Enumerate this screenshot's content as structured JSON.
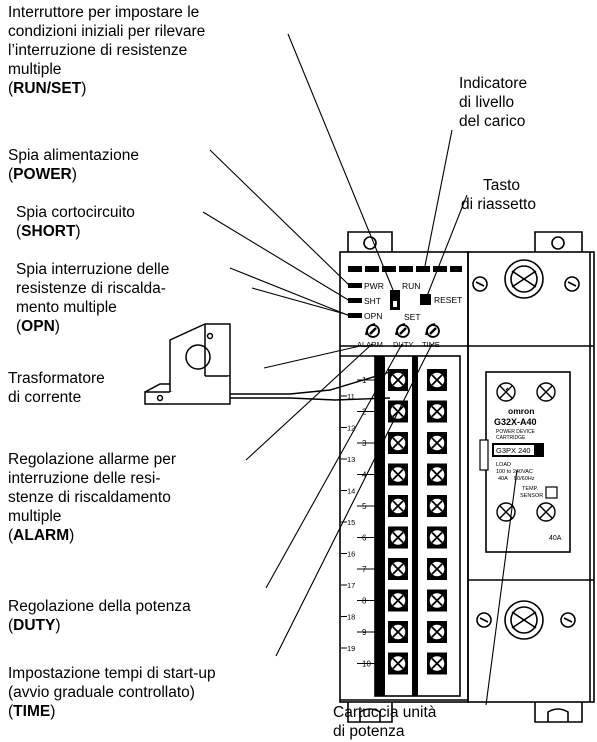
{
  "labels": {
    "run_set": {
      "lines": [
        "Interruttore per impostare le",
        "condizioni iniziali per rilevare",
        "l’interruzione di resistenze",
        "multiple"
      ],
      "code_open": "(",
      "code": "RUN/SET",
      "code_close": ")"
    },
    "load_indicator": {
      "lines": [
        "Indicatore",
        "di livello",
        "del carico"
      ]
    },
    "power": {
      "lines": [
        "Spia alimentazione"
      ],
      "code_open": "(",
      "code": "POWER",
      "code_close": ")"
    },
    "reset": {
      "lines": [
        "Tasto",
        "di riassetto"
      ]
    },
    "short": {
      "lines": [
        "Spia cortocircuito"
      ],
      "code_open": "(",
      "code": "SHORT",
      "code_close": ")"
    },
    "opn": {
      "lines": [
        "Spia interruzione delle",
        "resistenze di riscalda-",
        "mento multiple"
      ],
      "code_open": "(",
      "code": "OPN",
      "code_close": ")"
    },
    "ct": {
      "lines": [
        "Trasformatore",
        "di corrente"
      ]
    },
    "alarm": {
      "lines": [
        "Regolazione allarme per",
        "interruzione delle resi-",
        "stenze di riscaldamento",
        "multiple"
      ],
      "code_open": "(",
      "code": "ALARM",
      "code_close": ")"
    },
    "duty": {
      "lines": [
        "Regolazione della potenza"
      ],
      "code_open": "(",
      "code": "DUTY",
      "code_close": ")"
    },
    "time": {
      "lines": [
        "Impostazione tempi di start-up",
        "(avvio graduale controllato)"
      ],
      "code_open": "(",
      "code": "TIME",
      "code_close": ")"
    },
    "cartridge": {
      "lines": [
        "Cartuccia unità",
        "di potenza"
      ]
    }
  },
  "device": {
    "leds": {
      "pwr": "PWR",
      "sht": "SHT",
      "opn": "OPN"
    },
    "switch": {
      "run": "RUN",
      "set": "SET"
    },
    "reset_label": "RESET",
    "knobs": {
      "alarm": "ALARM",
      "duty": "DUTY",
      "time": "TIME"
    },
    "terminals": [
      "1",
      "2",
      "3",
      "4",
      "5",
      "6",
      "7",
      "8",
      "9",
      "10"
    ],
    "terminals_outer": [
      "11",
      "12",
      "13",
      "14",
      "15",
      "16",
      "17",
      "18",
      "19"
    ],
    "cartridge": {
      "brand": "omron",
      "model": "G32X-A40",
      "desc_1": "POWER DEVICE",
      "desc_2": "CARTRIDGE",
      "part": "G3PX 240",
      "spec_1": "LOAD",
      "spec_2": "100 to 240VAC",
      "spec_3": "40A",
      "spec_4": "50/60Hz",
      "temp_1": "TEMP.",
      "temp_2": "SENSOR",
      "rating": "40A"
    }
  }
}
